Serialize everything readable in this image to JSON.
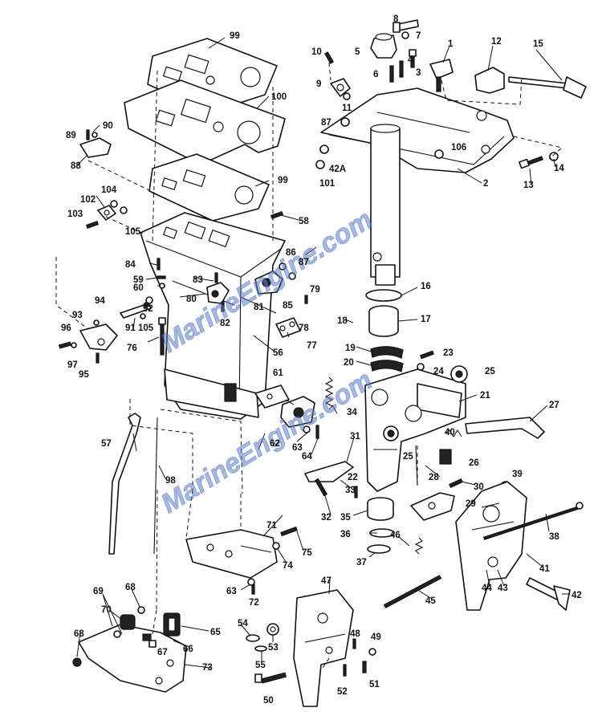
{
  "watermark": "MarineEngine.com",
  "labels": [
    "1",
    "2",
    "3",
    "4",
    "5",
    "6",
    "7",
    "8",
    "9",
    "10",
    "11",
    "12",
    "13",
    "14",
    "15",
    "16",
    "17",
    "18",
    "19",
    "20",
    "21",
    "22",
    "23",
    "24",
    "25",
    "25",
    "26",
    "27",
    "28",
    "29",
    "30",
    "31",
    "32",
    "33",
    "34",
    "35",
    "36",
    "37",
    "38",
    "39",
    "40",
    "41",
    "42",
    "42A",
    "43",
    "44",
    "45",
    "46",
    "47",
    "48",
    "49",
    "50",
    "51",
    "52",
    "53",
    "54",
    "55",
    "56",
    "57",
    "58",
    "59",
    "60",
    "61",
    "62",
    "63",
    "63",
    "64",
    "65",
    "66",
    "67",
    "68",
    "68",
    "69",
    "70",
    "71",
    "72",
    "73",
    "74",
    "75",
    "76",
    "77",
    "78",
    "79",
    "80",
    "81",
    "82",
    "83",
    "84",
    "85",
    "86",
    "87",
    "87",
    "88",
    "89",
    "90",
    "91",
    "92",
    "93",
    "94",
    "95",
    "96",
    "97",
    "98",
    "99",
    "99",
    "100",
    "101",
    "102",
    "103",
    "104",
    "105",
    "105",
    "106"
  ]
}
